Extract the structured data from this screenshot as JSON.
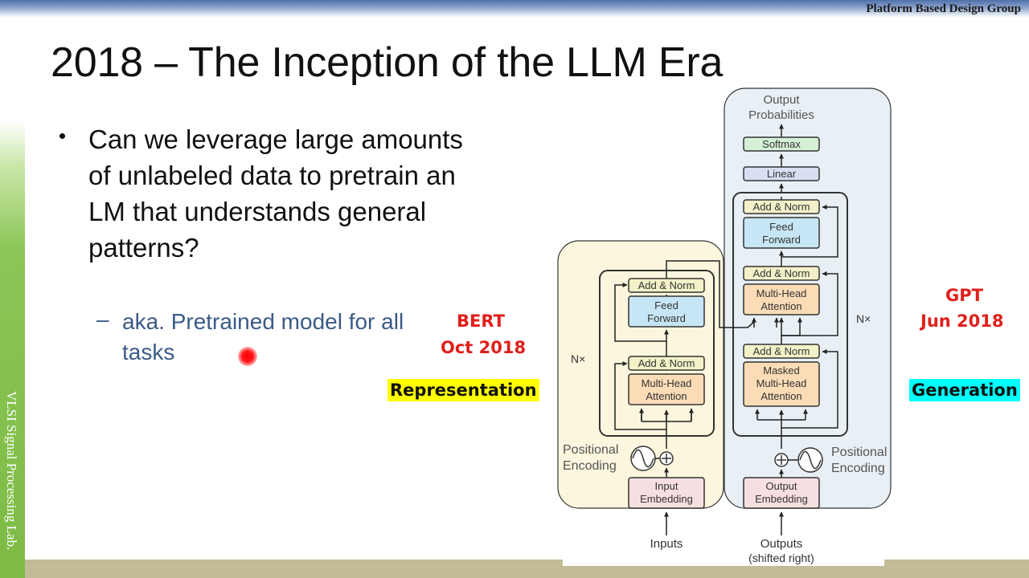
{
  "header": {
    "brand": "Platform Based Design Group"
  },
  "sidebar": {
    "text": "VLSI Signal Processing Lab."
  },
  "slide": {
    "title": "2018 – The Inception of the LLM Era",
    "bullet": "Can we leverage large amounts of unlabeled data to  pretrain an LM that understands general patterns?",
    "sub_bullet_dash": "–",
    "sub_bullet": "aka. Pretrained model for all tasks"
  },
  "labels": {
    "bert_name": "BERT",
    "bert_date": "Oct 2018",
    "bert_role": "Representation",
    "gpt_name": "GPT",
    "gpt_date": "Jun 2018",
    "gpt_role": "Generation"
  },
  "diagram": {
    "output_probabilities_line1": "Output",
    "output_probabilities_line2": "Probabilities",
    "softmax": "Softmax",
    "linear": "Linear",
    "add_norm": "Add & Norm",
    "feed_forward_line1": "Feed",
    "feed_forward_line2": "Forward",
    "multi_head_line1": "Multi-Head",
    "multi_head_line2": "Attention",
    "masked_line1": "Masked",
    "masked_line2": "Multi-Head",
    "masked_line3": "Attention",
    "nx": "N×",
    "positional_line1": "Positional",
    "positional_line2": "Encoding",
    "input_embedding_line1": "Input",
    "input_embedding_line2": "Embedding",
    "output_embedding_line1": "Output",
    "output_embedding_line2": "Embedding",
    "inputs": "Inputs",
    "outputs_line1": "Outputs",
    "outputs_line2": "(shifted right)"
  },
  "colors": {
    "bert_panel": "#fbf6dd",
    "gpt_panel": "#e8f0f5",
    "add_norm": "#f3f1c8",
    "feed_forward": "#c7e6f5",
    "attention": "#fbdcb6",
    "embedding": "#f7dfe1",
    "highlight_yellow": "#ffff00",
    "highlight_cyan": "#00ffff",
    "label_red": "#e0201b"
  }
}
